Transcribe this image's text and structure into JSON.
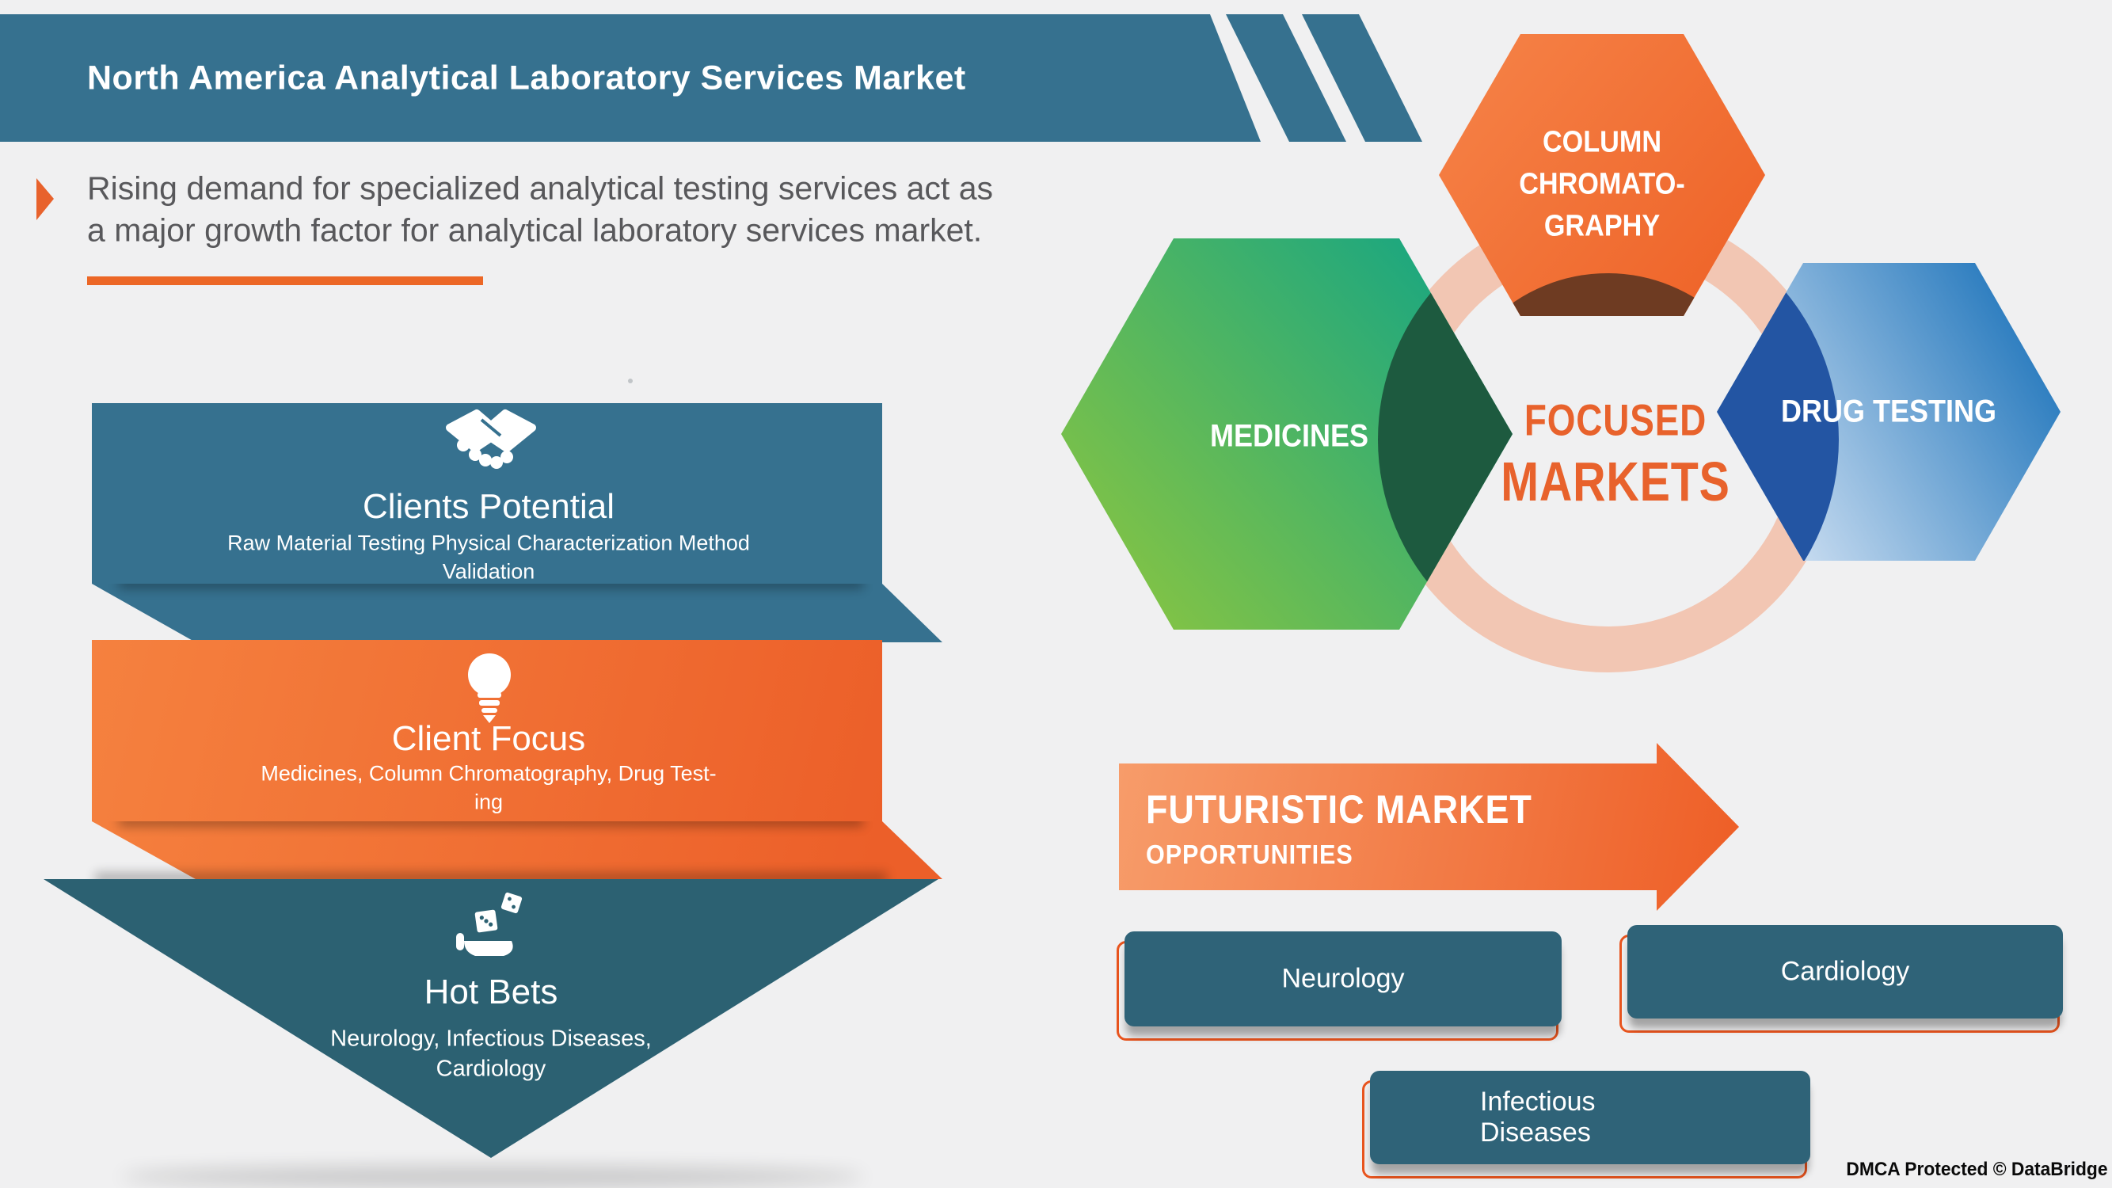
{
  "banner": {
    "title": "North America Analytical Laboratory Services Market"
  },
  "intro": {
    "lines": [
      "Rising demand for specialized analytical testing services act as",
      "a major growth factor for analytical laboratory services market."
    ]
  },
  "funnel": {
    "tiers": [
      {
        "heading": "Clients Potential",
        "icon": "handshake-icon",
        "sub_lines": [
          "Raw Material Testing Physical Characterization Method",
          "Validation"
        ]
      },
      {
        "heading": "Client Focus",
        "icon": "lightbulb-icon",
        "sub_lines": [
          "Medicines, Column Chromatography, Drug Test-",
          "ing"
        ]
      },
      {
        "heading": "Hot Bets",
        "icon": "dice-hand-icon",
        "sub_lines": [
          "Neurology, Infectious Diseases,",
          "Cardiology"
        ]
      }
    ]
  },
  "hex_cluster": {
    "top_hex": {
      "lines": [
        "COLUMN",
        "CHROMATO-",
        "GRAPHY"
      ]
    },
    "left_hex": {
      "label": "MEDICINES"
    },
    "right_hex": {
      "label": "DRUG TESTING"
    },
    "center": {
      "line1": "FOCUSED",
      "line2": "MARKETS"
    }
  },
  "arrow": {
    "line1": "FUTURISTIC MARKET",
    "line2": "OPPORTUNITIES"
  },
  "opportunity_boxes": [
    {
      "label": "Neurology"
    },
    {
      "label": "Cardiology"
    },
    {
      "label": "Infectious Diseases"
    }
  ],
  "footer": {
    "dmca": "DMCA Protected © DataBridge"
  },
  "colors": {
    "background": "#f0f0f1",
    "banner_blue": "#36718f",
    "accent_orange": "#e8622c",
    "divider_orange": "#ec6726",
    "intro_text_gray": "#58585b",
    "tier1_blue": "#36718f",
    "tier2_orange_light": "#f5813f",
    "tier2_orange_dark": "#ec5f29",
    "tier3_teal": "#2c6172",
    "ring_salmon": "#f2c6b3",
    "hex_orange_light": "#f58045",
    "hex_orange_dark": "#ee6227",
    "hex_orange_crescent": "#6e3b22",
    "hex_green_light": "#8dc63f",
    "hex_green_dark": "#0ea387",
    "hex_green_crescent": "#1d5a3f",
    "hex_blue_light": "#d7e5f5",
    "hex_blue_dark": "#1c73ba",
    "hex_blue_crescent": "#2355a3",
    "focused_markets_orange": "#e8622c",
    "arrow_gradient_light": "#f79c6a",
    "arrow_gradient_dark": "#ee5e26",
    "box_teal": "#2f6378",
    "box_outline_orange": "#e8541e"
  }
}
